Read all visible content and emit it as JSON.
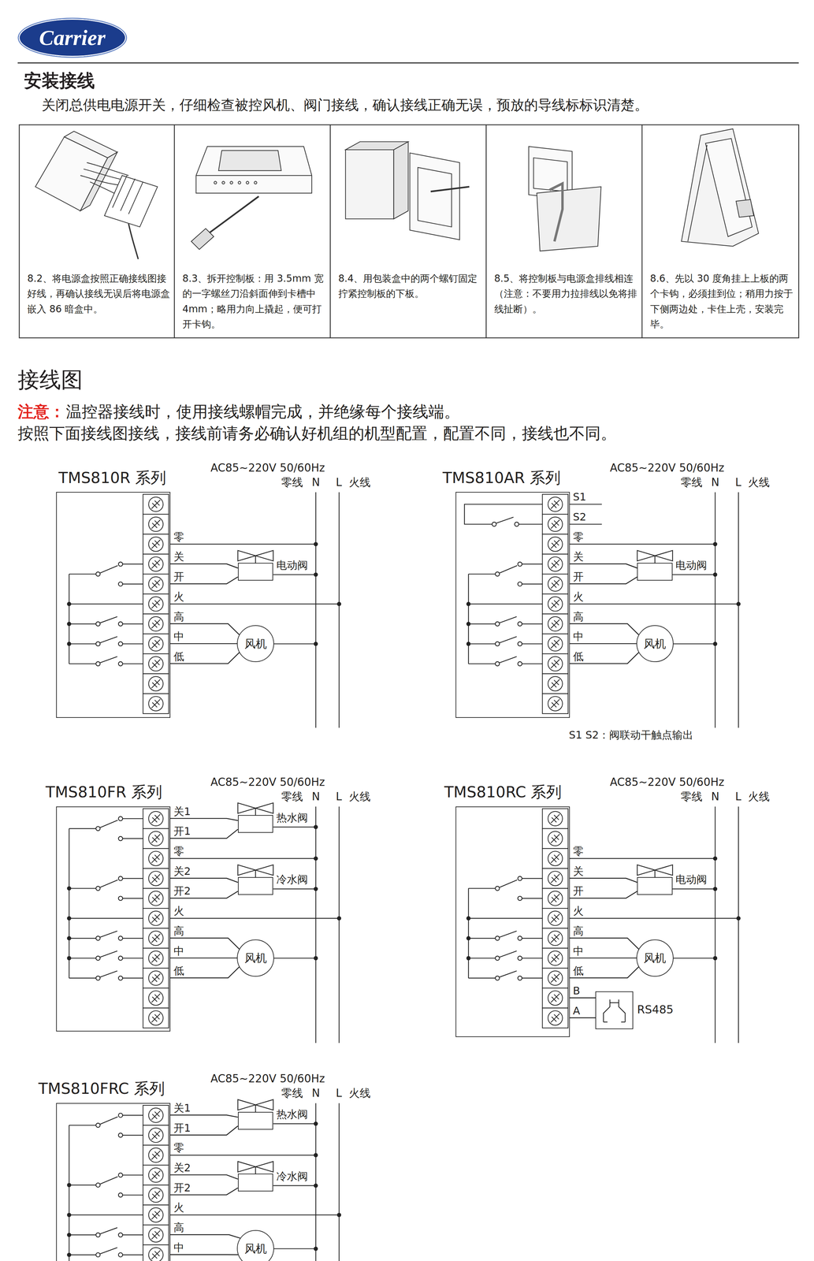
{
  "diagram": {
    "title": "接线图",
    "nodes": [
      {
        "text": [
          "Carrier"
        ]
      },
      {
        "text": [
          "TMS810R 系列"
        ]
      },
      {
        "text": [
          "电动阀"
        ]
      },
      {
        "text": [
          "风机"
        ]
      },
      {
        "text": [
          "TMS810AR 系列"
        ]
      },
      {
        "text": [
          "电动阀"
        ]
      },
      {
        "text": [
          "风机"
        ]
      },
      {
        "text": [
          "TMS810FR 系列"
        ]
      },
      {
        "text": [
          "热水阀"
        ]
      },
      {
        "text": [
          "冷水阀"
        ]
      },
      {
        "text": [
          "风机"
        ]
      },
      {
        "text": [
          "TMS810RC 系列"
        ]
      },
      {
        "text": [
          "电动阀"
        ]
      },
      {
        "text": [
          "风机"
        ]
      },
      {
        "text": [
          "RS485"
        ]
      },
      {
        "text": [
          "TMS810FRC 系列"
        ]
      },
      {
        "text": [
          "热水阀"
        ]
      },
      {
        "text": [
          "冷水阀"
        ]
      },
      {
        "text": [
          "风机"
        ]
      }
    ],
    "edges": [
      {
        "from": 1,
        "to": 2,
        "arrow": "none"
      },
      {
        "from": 1,
        "to": 2,
        "arrow": "none"
      },
      {
        "from": 1,
        "to": 3,
        "arrow": "none"
      },
      {
        "from": 1,
        "to": 3,
        "arrow": "none"
      },
      {
        "from": 1,
        "to": 3,
        "arrow": "none"
      },
      {
        "from": 4,
        "to": 5,
        "arrow": "none"
      },
      {
        "from": 4,
        "to": 5,
        "arrow": "none"
      },
      {
        "from": 4,
        "to": 6,
        "arrow": "none"
      },
      {
        "from": 4,
        "to": 6,
        "arrow": "none"
      },
      {
        "from": 4,
        "to": 6,
        "arrow": "none"
      },
      {
        "from": 7,
        "to": 8,
        "arrow": "none"
      },
      {
        "from": 7,
        "to": 8,
        "arrow": "none"
      },
      {
        "from": 7,
        "to": 9,
        "arrow": "none"
      },
      {
        "from": 7,
        "to": 9,
        "arrow": "none"
      },
      {
        "from": 7,
        "to": 10,
        "arrow": "none"
      },
      {
        "from": 7,
        "to": 10,
        "arrow": "none"
      },
      {
        "from": 7,
        "to": 10,
        "arrow": "none"
      },
      {
        "from": 11,
        "to": 12,
        "arrow": "none"
      },
      {
        "from": 11,
        "to": 12,
        "arrow": "none"
      },
      {
        "from": 11,
        "to": 13,
        "arrow": "none"
      },
      {
        "from": 11,
        "to": 13,
        "arrow": "none"
      },
      {
        "from": 11,
        "to": 13,
        "arrow": "none"
      },
      {
        "from": 11,
        "to": 14,
        "arrow": "none"
      },
      {
        "from": 11,
        "to": 14,
        "arrow": "none"
      },
      {
        "from": 15,
        "to": 16,
        "arrow": "none"
      },
      {
        "from": 15,
        "to": 16,
        "arrow": "none"
      },
      {
        "from": 15,
        "to": 17,
        "arrow": "none"
      },
      {
        "from": 15,
        "to": 17,
        "arrow": "none"
      },
      {
        "from": 15,
        "to": 18,
        "arrow": "none"
      },
      {
        "from": 15,
        "to": 18,
        "arrow": "none"
      }
    ],
    "labels": [
      "安装接线",
      "关闭总供电电源开关，仔细检查被控风机、阀门接线，确认接线正确无误，预放的导线标标识清楚。",
      "8.2、将电源盒按照正确接线图接好线，再确认接线无误后将电源盒嵌入 86 暗盒中。",
      "8.3、拆开控制板：用 3.5mm 宽的一字螺丝刀沿斜面伸到卡槽中 4mm；略用力向上撬起，便可打开卡钩。",
      "8.4、用包装盒中的两个螺钉固定拧紧控制板的下板。",
      "8.5、将控制板与电源盒排线相连（注意：不要用力拉排线以免将排线扯断）。",
      "8.6、先以 30 度角挂上上板的两个卡钩，必须挂到位；稍用力按于下侧两边处，卡住上壳，安装完毕。",
      "注意：",
      "温控器接线时，使用接线螺帽完成，并绝缘每个接线端。",
      "按照下面接线图接线，接线前请务必确认好机组的机型配置，配置不同，接线也不同。",
      "AC85~220V 50/60Hz",
      "零线",
      "N",
      "L",
      "火线",
      "零",
      "关",
      "开",
      "火",
      "高",
      "中",
      "低",
      "AC85~220V 50/60Hz",
      "零线",
      "N",
      "L",
      "火线",
      "S1",
      "S2",
      "零",
      "关",
      "开",
      "火",
      "高",
      "中",
      "低",
      "S1 S2：阀联动干触点输出",
      "AC85~220V 50/60Hz",
      "零线",
      "N",
      "L",
      "火线",
      "关1",
      "开1",
      "零",
      "关2",
      "开2",
      "火",
      "高",
      "中",
      "低",
      "AC85~220V 50/60Hz",
      "零线",
      "N",
      "L",
      "火线",
      "零",
      "关",
      "开",
      "火",
      "高",
      "中",
      "低",
      "B",
      "A",
      "AC85~220V 50/60Hz",
      "零线",
      "N",
      "L",
      "火线",
      "关1",
      "开1",
      "零",
      "关2",
      "开2",
      "火",
      "高",
      "中"
    ]
  }
}
